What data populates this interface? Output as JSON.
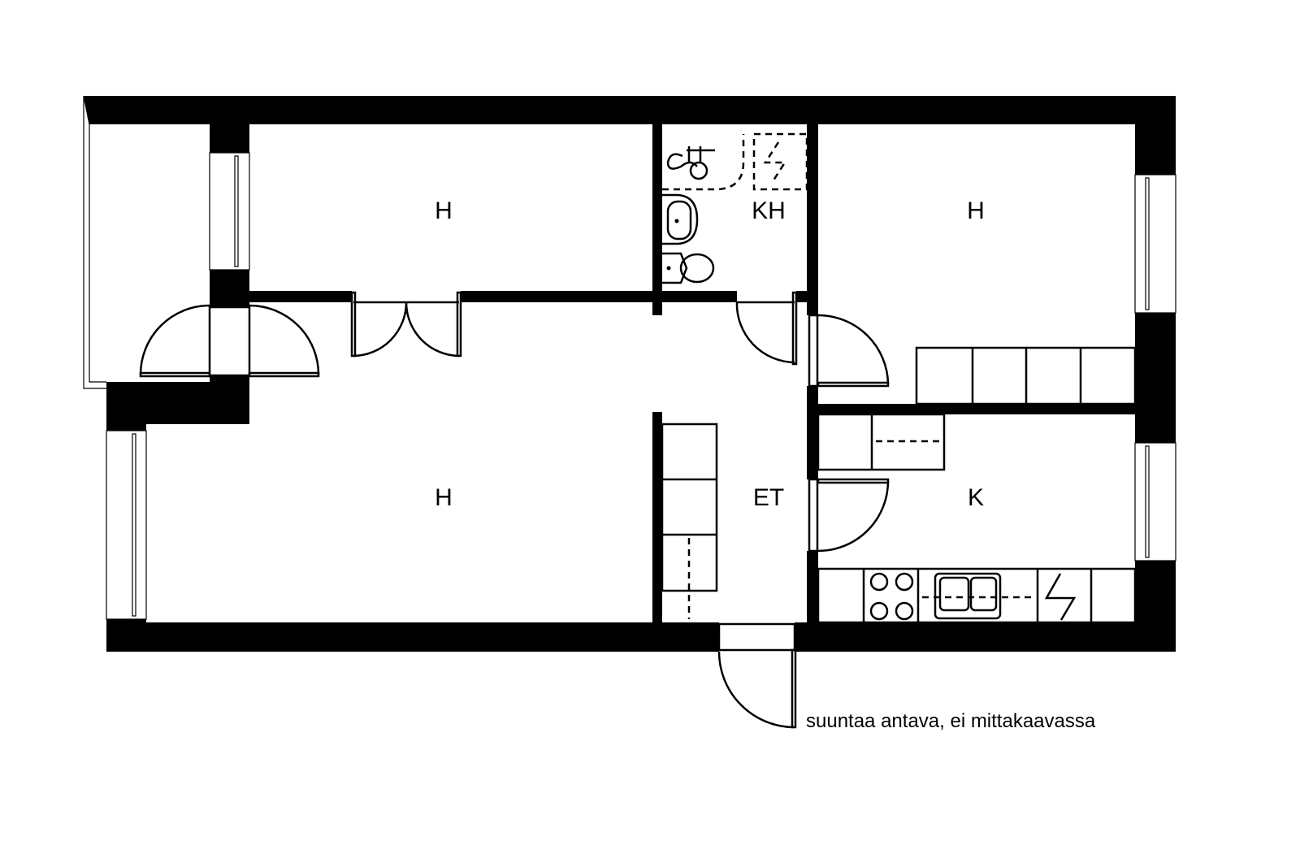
{
  "plan": {
    "rooms": [
      {
        "id": "bedroom-1",
        "label": "H"
      },
      {
        "id": "bathroom",
        "label": "KH"
      },
      {
        "id": "bedroom-2",
        "label": "H"
      },
      {
        "id": "living-room",
        "label": "H"
      },
      {
        "id": "hallway",
        "label": "ET"
      },
      {
        "id": "kitchen",
        "label": "K"
      }
    ],
    "note": "suuntaa antava, ei mittakaavassa"
  },
  "colors": {
    "wall": "#000000",
    "background": "#ffffff"
  }
}
